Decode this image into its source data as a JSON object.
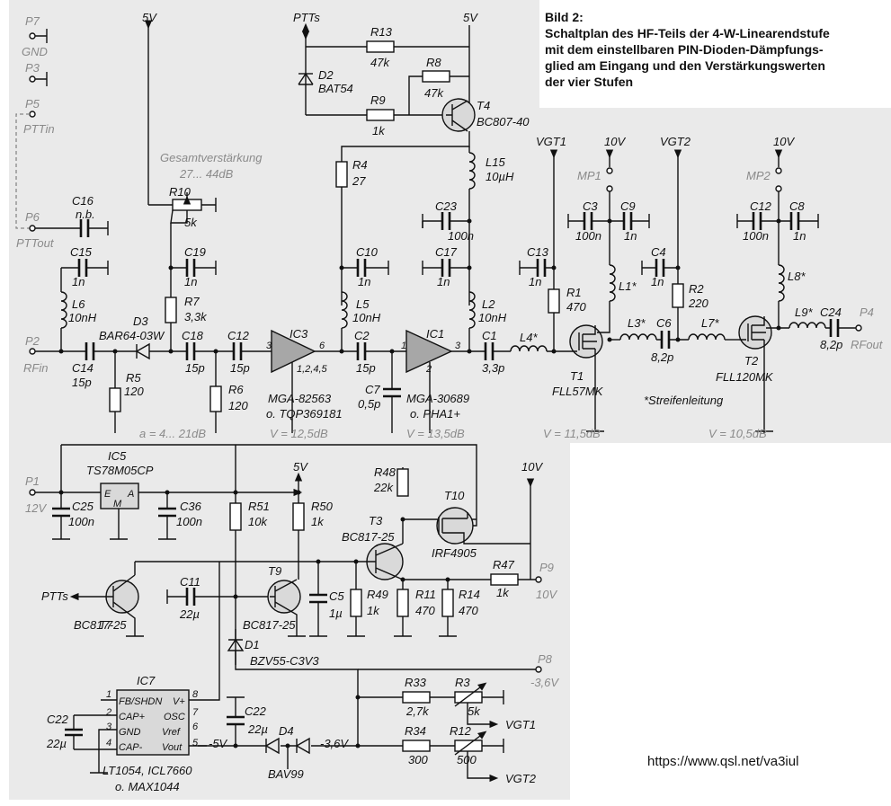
{
  "title": {
    "line1": "Bild 2:",
    "line2": "Schaltplan des HF-Teils der 4-W-Linearendstufe",
    "line3": "mit dem einstellbaren PIN-Dioden-Dämpfungs-",
    "line4": "glied am Eingang und den Verstärkungswerten",
    "line5": "der vier Stufen"
  },
  "url": "https://www.qsl.net/va3iul",
  "pins": {
    "p7": "P7",
    "gnd": "GND",
    "p3": "P3",
    "p5": "P5",
    "ptt_in": "PTTin",
    "p6": "P6",
    "ptt_out": "PTTout",
    "p2": "P2",
    "rf_in": "RFin",
    "p4": "P4",
    "rf_out": "RFout",
    "p1": "P1",
    "v12": "12V",
    "p9": "P9",
    "v10out": "10V",
    "p8": "P8",
    "vneg": "-3,6V"
  },
  "rails": {
    "v5_a": "5V",
    "ptts_top": "PTTs",
    "v5_b": "5V",
    "vgt1": "VGT1",
    "vgt2": "VGT2",
    "v10_a": "10V",
    "v10_b": "10V",
    "v5_c": "5V",
    "v10_c": "10V",
    "ptts_t7": "PTTs",
    "vgt1_out": "VGT1",
    "vgt2_out": "VGT2",
    "neg5": "-5V",
    "neg36": "-3,6V"
  },
  "labels": {
    "gesamt1": "Gesamtverstärkung",
    "gesamt2": "27... 44dB",
    "mp1": "MP1",
    "mp2": "MP2",
    "strip": "*Streifenleitung",
    "gain_a": "a = 4... 21dB",
    "gain_v1": "V = 12,5dB",
    "gain_v2": "V = 13,5dB",
    "gain_v3": "V = 11,5dB",
    "gain_v4": "V = 10,5dB"
  },
  "parts": {
    "r13": "R13",
    "r13v": "47k",
    "d2": "D2",
    "d2v": "BAT54",
    "r8": "R8",
    "r8v": "47k",
    "r9": "R9",
    "r9v": "1k",
    "t4": "T4",
    "t4v": "BC807-40",
    "r10": "R10",
    "r10v": "5k",
    "r4": "R4",
    "r4v": "27",
    "l15": "L15",
    "l15v": "10µH",
    "c16": "C16",
    "c16v": "n.b.",
    "c23": "C23",
    "c23v": "100n",
    "c15": "C15",
    "c15v": "1n",
    "c19": "C19",
    "c19v": "1n",
    "c10": "C10",
    "c10v": "1n",
    "c17": "C17",
    "c17v": "1n",
    "r7": "R7",
    "r7v": "3,3k",
    "l6": "L6",
    "l6v": "10nH",
    "l5": "L5",
    "l5v": "10nH",
    "l2": "L2",
    "l2v": "10nH",
    "d3": "D3",
    "d3v": "BAR64-03W",
    "c18": "C18",
    "c18v": "15p",
    "c12a": "C12",
    "c12av": "15p",
    "c2": "C2",
    "c2v": "15p",
    "c14": "C14",
    "c14v": "15p",
    "r5": "R5",
    "r5v": "120",
    "r6": "R6",
    "r6v": "120",
    "ic3": "IC3",
    "ic3pins": "1,2,4,5",
    "ic3p3": "3",
    "ic3p6": "6",
    "ic3v1": "MGA-82563",
    "ic3v2": "o. TQP369181",
    "ic1": "IC1",
    "ic1p1": "1",
    "ic1p2": "2",
    "ic1p3": "3",
    "ic1v1": "MGA-30689",
    "ic1v2": "o. PHA1+",
    "c7": "C7",
    "c7v": "0,5p",
    "c1": "C1",
    "c1v": "3,3p",
    "l4": "L4*",
    "c13": "C13",
    "c13v": "1n",
    "r1": "R1",
    "r1v": "470",
    "c3": "C3",
    "c3v": "100n",
    "c9": "C9",
    "c9v": "1n",
    "l1": "L1*",
    "c4": "C4",
    "c4v": "1n",
    "r2": "R2",
    "r2v": "220",
    "t1": "T1",
    "t1v": "FLL57MK",
    "l3": "L3*",
    "c6": "C6",
    "c6v": "8,2p",
    "l7": "L7*",
    "c12b": "C12",
    "c12bv": "100n",
    "c8": "C8",
    "c8v": "1n",
    "l8": "L8*",
    "t2": "T2",
    "t2v": "FLL120MK",
    "l9": "L9*",
    "c24": "C24",
    "c24v": "8,2p",
    "ic5": "IC5",
    "ic5v": "TS78M05CP",
    "ic5e": "E",
    "ic5a": "A",
    "ic5m": "M",
    "c25": "C25",
    "c25v": "100n",
    "c36": "C36",
    "c36v": "100n",
    "r51": "R51",
    "r51v": "10k",
    "r50": "R50",
    "r50v": "1k",
    "r48": "R48",
    "r48v": "22k",
    "t10": "T10",
    "t10v": "IRF4905",
    "t3": "T3",
    "t3v": "BC817-25",
    "r47": "R47",
    "r47v": "1k",
    "t7": "T7",
    "t7v": "BC817-25",
    "c11": "C11",
    "c11v": "22µ",
    "t9": "T9",
    "t9v": "BC817-25",
    "c5": "C5",
    "c5v": "1µ",
    "r49": "R49",
    "r49v": "1k",
    "r11": "R11",
    "r11v": "470",
    "r14": "R14",
    "r14v": "470",
    "d1": "D1",
    "d1v": "BZV55-C3V3",
    "ic7": "IC7",
    "ic7v1": "LT1054, ICL7660",
    "ic7v2": "o. MAX1044",
    "ic7pin1": "FB/SHDN",
    "ic7pin2": "CAP+",
    "ic7pin3": "GND",
    "ic7pin4": "CAP-",
    "ic7pin8": "V+",
    "ic7pin7": "OSC",
    "ic7pin6": "Vref",
    "ic7pin5": "Vout",
    "n1": "1",
    "n2": "2",
    "n3": "3",
    "n4": "4",
    "n5": "5",
    "n6": "6",
    "n7": "7",
    "n8": "8",
    "c22a": "C22",
    "c22av": "22µ",
    "c22b": "C22",
    "c22bv": "22µ",
    "d4": "D4",
    "d4v": "BAV99",
    "r33": "R33",
    "r33v": "2,7k",
    "r3": "R3",
    "r3v": "5k",
    "r34": "R34",
    "r34v": "300",
    "r12": "R12",
    "r12v": "500"
  }
}
